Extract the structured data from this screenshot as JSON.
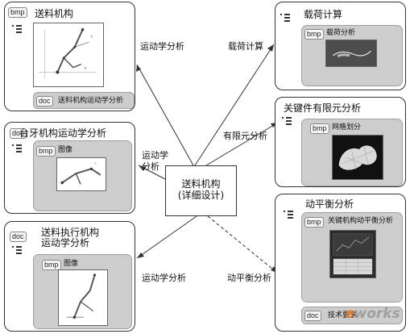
{
  "center": {
    "line1": "送料机构",
    "line2": "(详细设计)"
  },
  "edge_labels": {
    "kinematics_top_left": "运动学分析",
    "load_calc": "载荷计算",
    "fea": "有限元分析",
    "kinematics_mid_left_1": "运动学",
    "kinematics_mid_left_2": "分析",
    "kinematics_bottom_left": "运动学分析",
    "dynamic_balance": "动平衡分析"
  },
  "nodes": {
    "feed_mechanism": {
      "tag": "bmp",
      "title": "送料机构",
      "doc_tag": "doc",
      "doc_label": "送料机构运动学分析"
    },
    "platen_kinematics": {
      "tag": "doc",
      "title": "台牙机构运动学分析",
      "panel_tag": "bmp",
      "panel_label": "图像"
    },
    "feed_actuator": {
      "tag": "doc",
      "title_line1": "送料执行机构",
      "title_line2": "运动学分析",
      "panel_tag": "bmp",
      "panel_label": "图像"
    },
    "load_calc": {
      "title": "载荷计算",
      "panel_tag": "bmp",
      "panel_label": "载荷分析"
    },
    "key_part_fea": {
      "title": "关键件有限元分析",
      "panel_tag": "bmp",
      "panel_label": "网格划分"
    },
    "dynamic_balance": {
      "title": "动平衡分析",
      "panel_tag": "bmp",
      "panel_label": "关键机构动平衡分析",
      "doc_tag": "doc",
      "doc_label": "技术要求"
    }
  },
  "watermark": {
    "prefix": "e",
    "suffix": "works"
  },
  "colors": {
    "panel": "#cdcdcd",
    "line": "#333333",
    "watermark": "#9e9e9e",
    "watermark_accent": "#e07a2a"
  },
  "icons": [
    "tree-stack-icon"
  ]
}
